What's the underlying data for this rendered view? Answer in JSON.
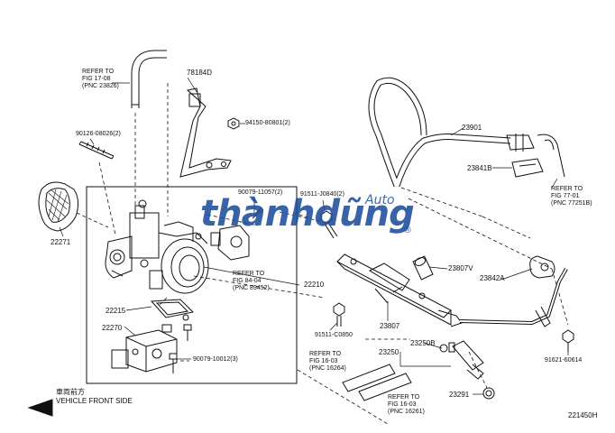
{
  "parts": {
    "p78184d": "78184D",
    "p94150": "94150-80801(2)",
    "p90126": "90126-08026(2)",
    "p22271": "22271",
    "p90079a": "90079-11057(2)",
    "p91511a": "91511-J0840(2)",
    "p22210": "22210",
    "p22215": "22215",
    "p22270": "22270",
    "p90079b": "90079-10012(3)",
    "p91511b": "91511-C0850",
    "p23901": "23901",
    "p23841b": "23841B",
    "p23807v": "23807V",
    "p23842a": "23842A",
    "p23807": "23807",
    "p23250b": "23250B",
    "p23250": "23250",
    "p23291": "23291",
    "p91621": "91621-60614"
  },
  "refs": {
    "fig1708": {
      "l1": "REFER TO",
      "l2": "FIG 17-08",
      "l3": "(PNC 23826)"
    },
    "fig8404": {
      "l1": "REFER TO",
      "l2": "FIG 84-04",
      "l3": "(PNC 89452)"
    },
    "fig7701": {
      "l1": "REFER TO",
      "l2": "FIG 77-01",
      "l3": "(PNC 77251B)"
    },
    "fig1603a": {
      "l1": "REFER TO",
      "l2": "FIG 16-03",
      "l3": "(PNC 16264)"
    },
    "fig1603b": {
      "l1": "REFER TO",
      "l2": "FIG 16-03",
      "l3": "(PNC 16261)"
    }
  },
  "vehicle_front": {
    "cn": "車両前方",
    "en": "VEHICLE FRONT SIDE"
  },
  "diagram_code": "221450H",
  "watermark": {
    "main": "thànhdũng",
    "sub": "Auto",
    "reg": "®"
  },
  "colors": {
    "line": "#111111",
    "watermark": "#1d4f9c",
    "background": "#ffffff"
  }
}
